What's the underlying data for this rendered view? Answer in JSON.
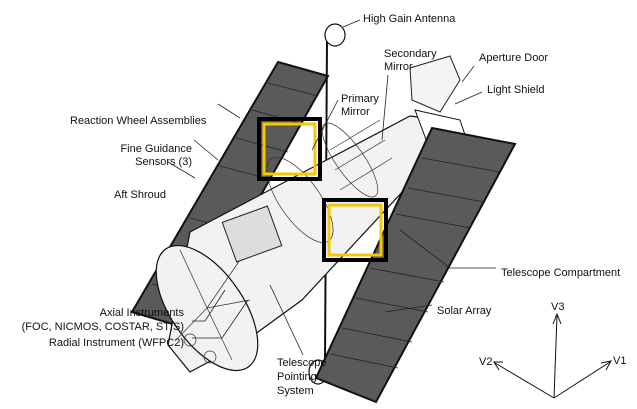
{
  "title": "Hubble Space Telescope",
  "labels": {
    "high_gain_antenna": "High Gain Antenna",
    "secondary_mirror": [
      "Secondary",
      "Mirror"
    ],
    "aperture_door": "Aperture Door",
    "primary_mirror": [
      "Primary",
      "Mirror"
    ],
    "light_shield": "Light Shield",
    "reaction_wheel": "Reaction Wheel Assemblies",
    "fine_guidance": [
      "Fine Guidance",
      "Sensors (3)"
    ],
    "aft_shroud": "Aft Shroud",
    "telescope_compartment": "Telescope Compartment",
    "solar_array": "Solar Array",
    "axial_instruments": [
      "Axial Instruments",
      "(FOC, NICMOS, COSTAR, STIS)"
    ],
    "radial_instrument": "Radial Instrument (WFPC2)",
    "pointing_system": [
      "Telescope",
      "Pointing",
      "System"
    ]
  },
  "axes": {
    "v1": "V1",
    "v2": "V2",
    "v3": "V3"
  },
  "highlight_color": "#f5c800"
}
